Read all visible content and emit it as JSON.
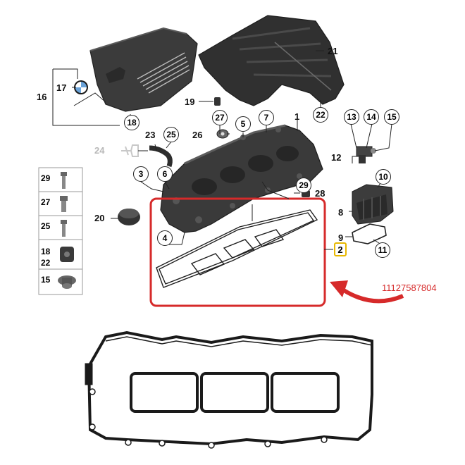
{
  "callouts": {
    "c1": "1",
    "c2": "2",
    "c3": "3",
    "c4": "4",
    "c5": "5",
    "c6": "6",
    "c7": "7",
    "c8": "8",
    "c9": "9",
    "c10": "10",
    "c11": "11",
    "c12": "12",
    "c13": "13",
    "c14": "14",
    "c15": "15",
    "c16": "16",
    "c17": "17",
    "c18": "18",
    "c19": "19",
    "c20": "20",
    "c21": "21",
    "c22": "22",
    "c23": "23",
    "c24": "24",
    "c25": "25",
    "c26": "26",
    "c27": "27",
    "c28": "28",
    "c29": "29"
  },
  "legend": {
    "l29": "29",
    "l27": "27",
    "l25": "25",
    "l18": "18",
    "l22": "22",
    "l15": "15"
  },
  "part_number": "11127587804",
  "colors": {
    "highlight_box": "#d62a2a",
    "highlight_label": "#e8b800",
    "arrow": "#d62a2a",
    "cover_dark": "#3a3a3a",
    "gasket": "#1a1a1a"
  },
  "icons": {
    "logo": "bmw-roundel",
    "arrow": "red-curved-arrow-left"
  }
}
